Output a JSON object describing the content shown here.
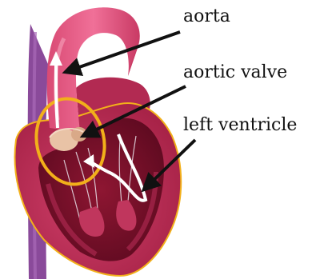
{
  "labels": {
    "aorta": "aorta",
    "aortic_valve": "aortic valve",
    "left_ventricle": "left ventricle"
  },
  "colors": {
    "heart_outer": "#c2305a",
    "heart_muscle": "#d8436e",
    "ventricle_cavity": "#7a1029",
    "aorta": "#e9638a",
    "vena_cava": "#8a4a9a",
    "highlight_ring": "#f2b01a",
    "arrow_white": "#ffffff",
    "pointer_black": "#111111"
  },
  "icons": {
    "blood_flow": "white-arrow-icon",
    "pointer": "black-arrow-icon"
  }
}
